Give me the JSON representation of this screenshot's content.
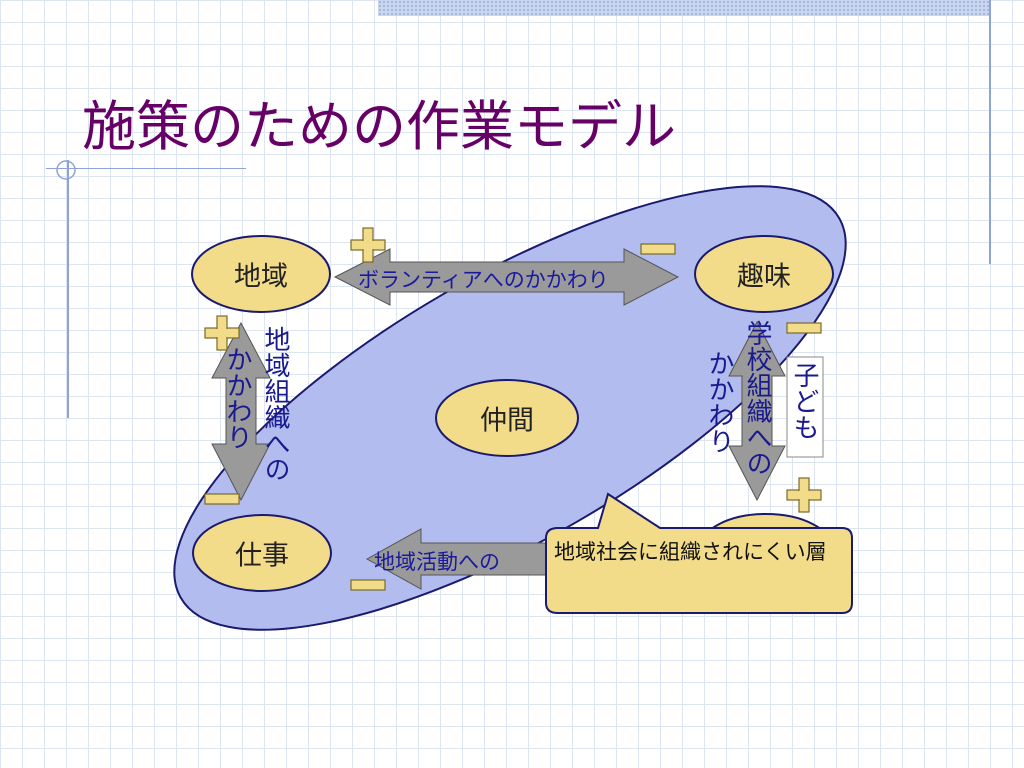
{
  "slide": {
    "title": "施策のための作業モデル"
  },
  "nodes": {
    "community": "地域",
    "hobby": "趣味",
    "work": "仕事",
    "friends": "仲間"
  },
  "arrows": {
    "volunteer": "ボランティアへのかかわり",
    "community_org_1": "地域組織への",
    "community_org_2": "かかわり",
    "school_org_1": "学校組織への",
    "school_org_2": "かかわり",
    "children": "子ども",
    "community_activity": "地域活動への"
  },
  "callout": {
    "text": "地域社会に組織されにくい層"
  },
  "colors": {
    "title": "#660066",
    "node_fill": "#f2dc8a",
    "ellipse_fill": "#b2bcee",
    "arrow_fill": "#9a9a9a",
    "sign_fill": "#f2dc8a"
  }
}
